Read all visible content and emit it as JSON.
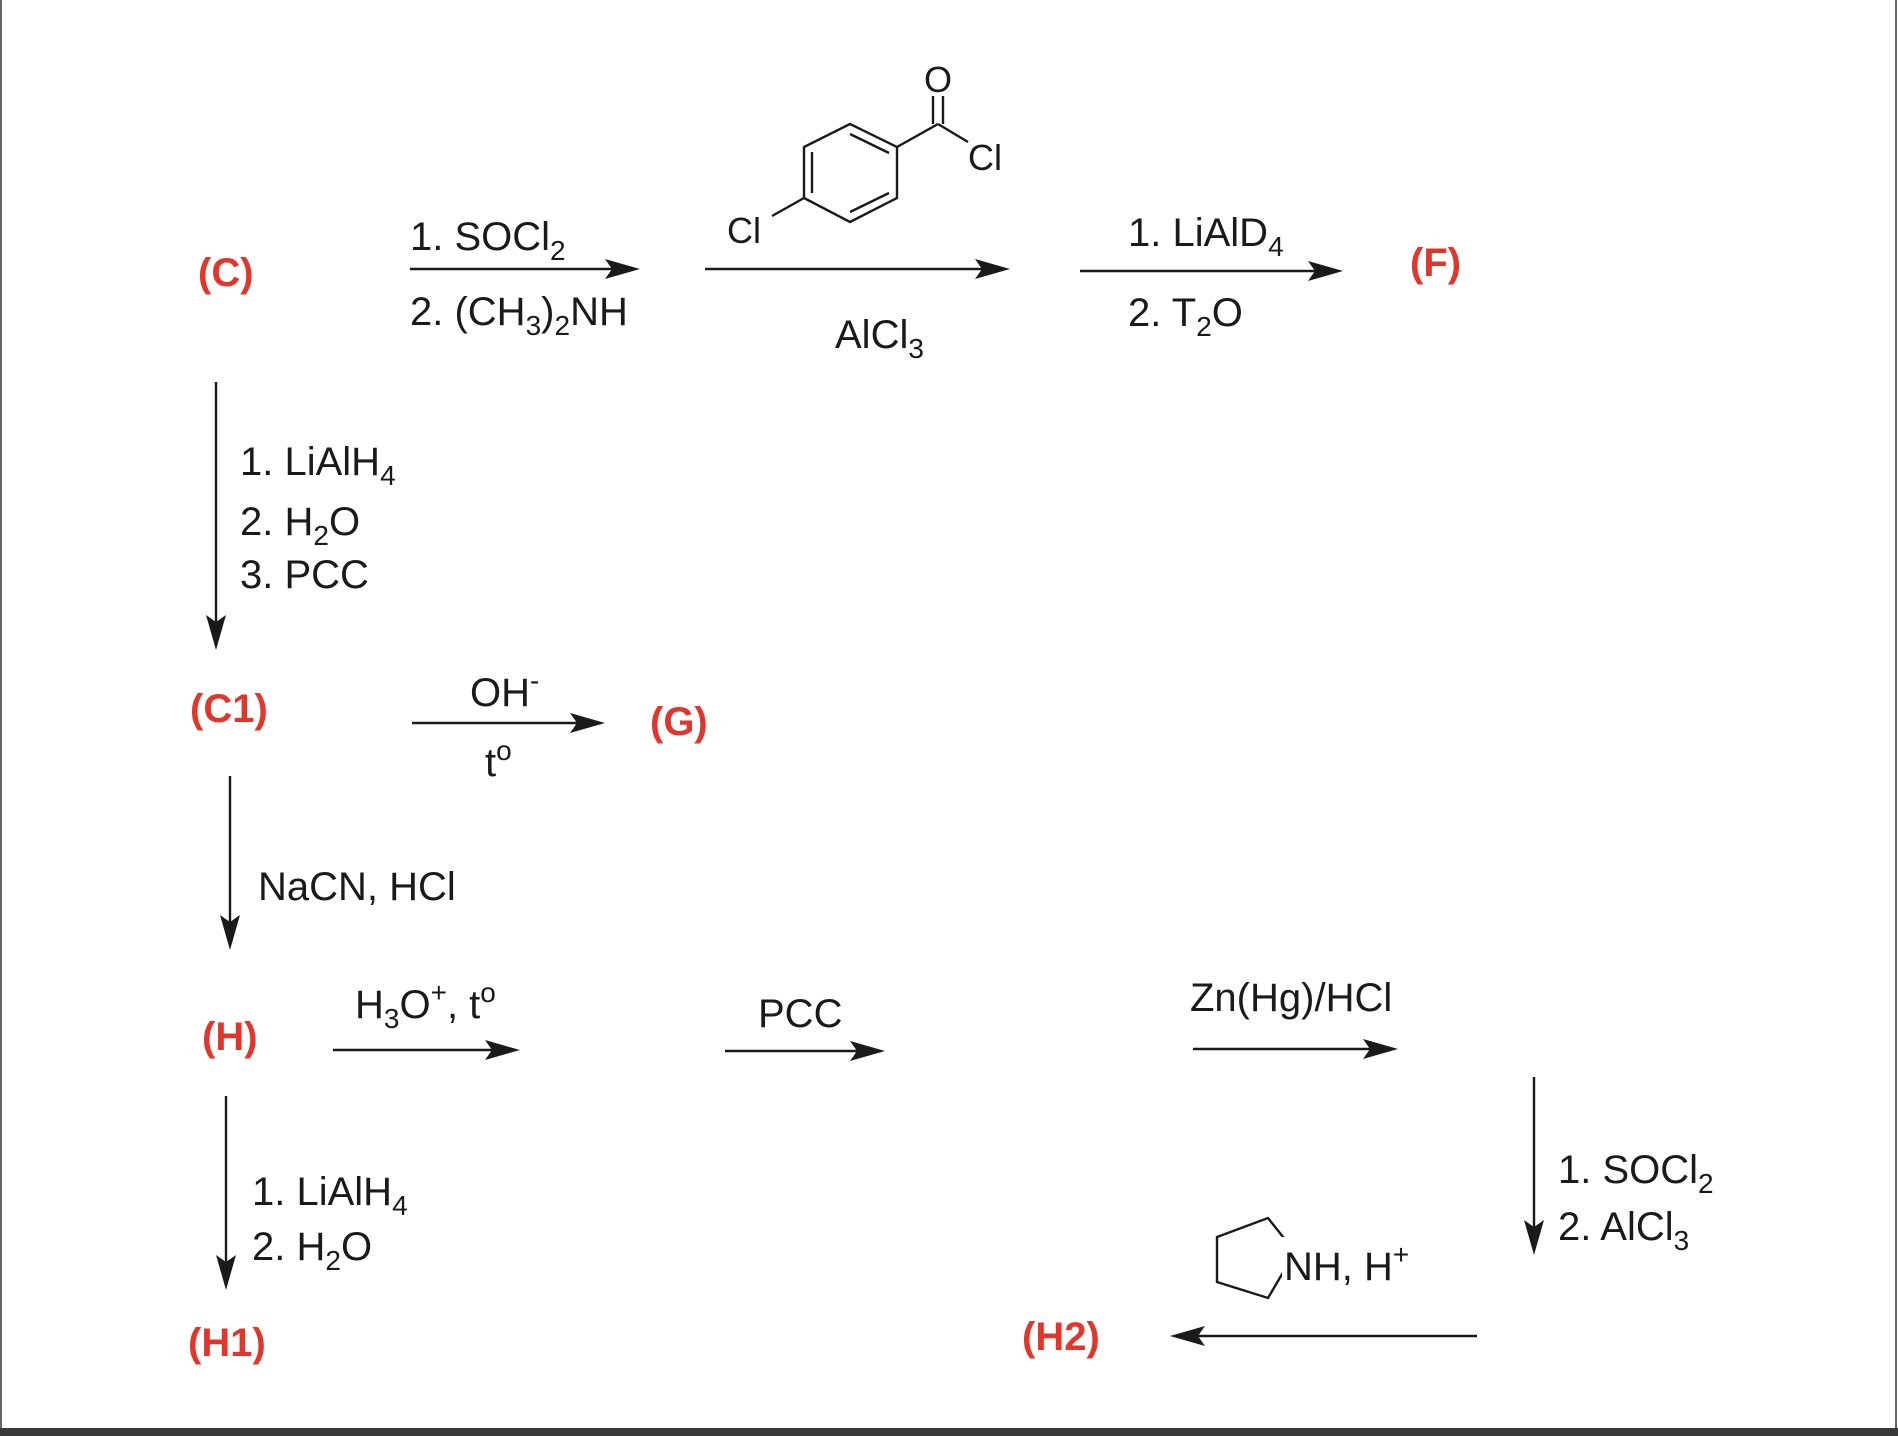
{
  "compounds": {
    "C": "(C)",
    "C1": "(C1)",
    "G": "(G)",
    "F": "(F)",
    "H": "(H)",
    "H1": "(H1)",
    "H2": "(H2)"
  },
  "reagents": {
    "r1_line1": "1. SOCl",
    "r1_line1_sub": "2",
    "r1_line2_a": "2. (CH",
    "r1_line2_sub1": "3",
    "r1_line2_b": ")",
    "r1_line2_sub2": "2",
    "r1_line2_c": "NH",
    "r2_below_a": "AlCl",
    "r2_below_sub": "3",
    "r3_line1_a": "1. LiAlD",
    "r3_line1_sub": "4",
    "r3_line2_a": "2. T",
    "r3_line2_sub": "2",
    "r3_line2_b": "O",
    "r4_line1_a": "1. LiAlH",
    "r4_line1_sub": "4",
    "r4_line2_a": "2. H",
    "r4_line2_sub": "2",
    "r4_line2_b": "O",
    "r4_line3": "3. PCC",
    "r5_above": "OH",
    "r5_above_sup": "-",
    "r5_below": "t",
    "r5_below_sup": "o",
    "r6": "NaCN, HCl",
    "r7_a": "H",
    "r7_sub": "3",
    "r7_b": "O",
    "r7_sup": "+",
    "r7_c": ", t",
    "r7_sup2": "o",
    "r8": "PCC",
    "r9": "Zn(Hg)/HCl",
    "r10_line1_a": "1. SOCl",
    "r10_line1_sub": "2",
    "r10_line2_a": "2. AlCl",
    "r10_line2_sub": "3",
    "r11_line1_a": "1. LiAlH",
    "r11_line1_sub": "4",
    "r11_line2_a": "2. H",
    "r11_line2_sub": "2",
    "r11_line2_b": "O",
    "r12_a": "NH, H",
    "r12_sup": "+"
  },
  "structure_atoms": {
    "oxygen": "O",
    "chlorine_acyl": "Cl",
    "chlorine_ring": "Cl"
  }
}
